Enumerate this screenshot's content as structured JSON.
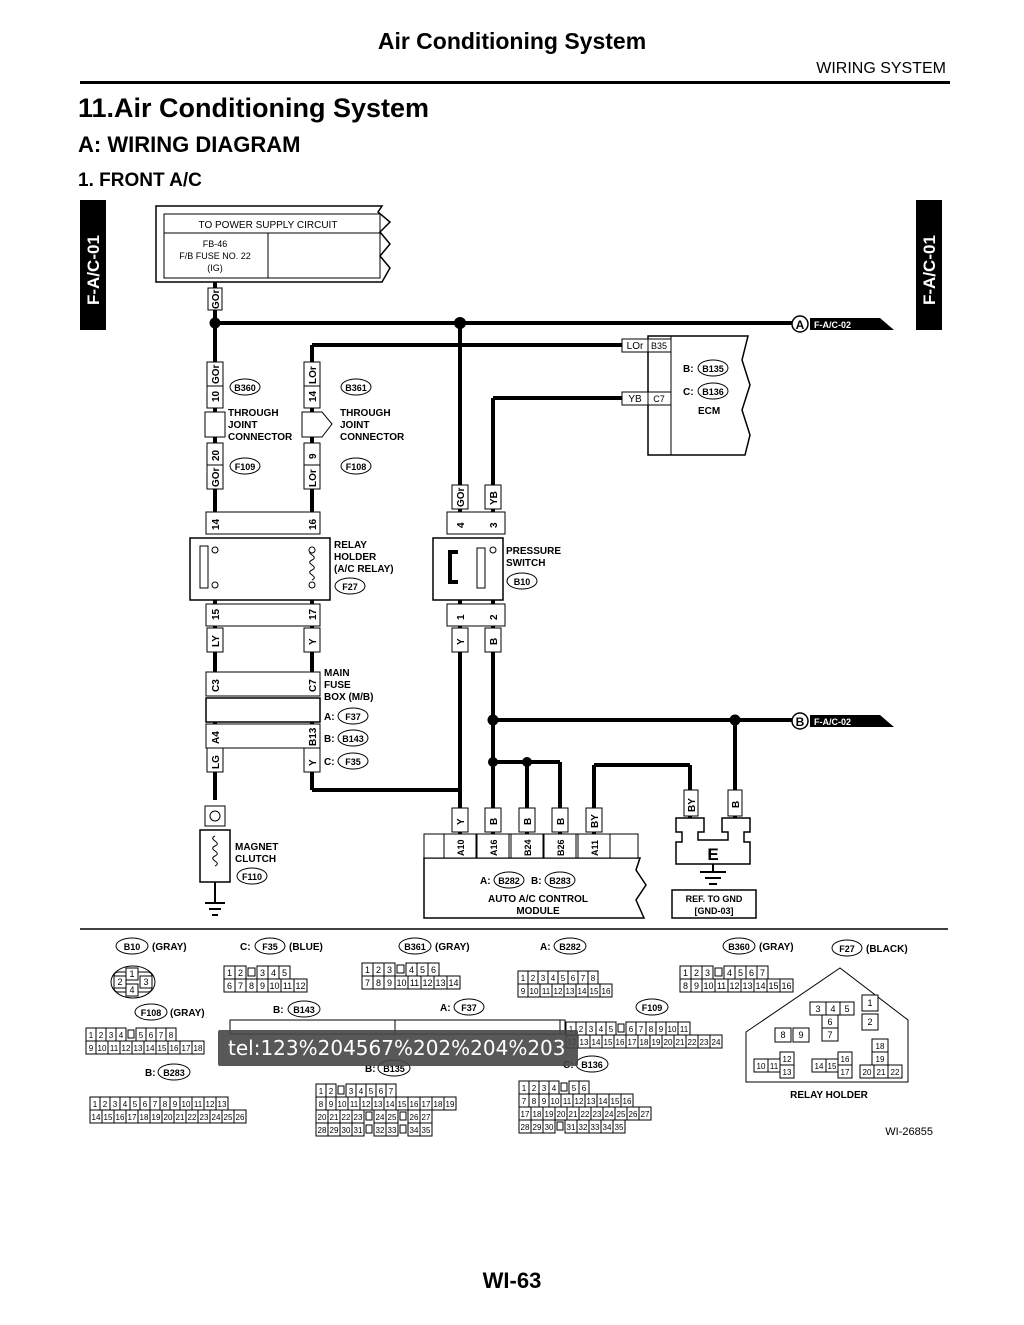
{
  "header": {
    "title": "Air Conditioning System",
    "section": "WIRING SYSTEM"
  },
  "headings": {
    "h1": "11.Air Conditioning System",
    "h2": "A:  WIRING DIAGRAM",
    "h3": "1.  FRONT A/C"
  },
  "side_tab": "F-A/C-01",
  "power_box": {
    "title": "TO POWER SUPPLY CIRCUIT",
    "l1": "FB-46",
    "l2": "F/B FUSE NO. 22",
    "l3": "(IG)"
  },
  "offpage": {
    "a_letter": "A",
    "b_letter": "B",
    "ref": "F-A/C-02"
  },
  "ecm": {
    "label": "ECM",
    "b_pfx": "B:",
    "b_id": "B135",
    "c_pfx": "C:",
    "c_id": "B136",
    "pin_b35": "B35",
    "pin_c7": "C7",
    "wire_lor": "LOr",
    "wire_yb": "YB"
  },
  "tjc1": {
    "conn": "B360",
    "conn2": "F109",
    "pin_top": "10",
    "pin_bot": "20",
    "wire_top": "GOr",
    "wire_bot": "GOr",
    "l1": "THROUGH",
    "l2": "JOINT",
    "l3": "CONNECTOR"
  },
  "tjc2": {
    "conn": "B361",
    "conn2": "F108",
    "pin_top": "14",
    "pin_bot": "9",
    "wire_top": "LOr",
    "wire_bot": "LOr",
    "l1": "THROUGH",
    "l2": "JOINT",
    "l3": "CONNECTOR"
  },
  "wire_gor_top": "GOr",
  "relay": {
    "l1": "RELAY",
    "l2": "HOLDER",
    "l3": "(A/C RELAY)",
    "conn": "F27",
    "p14": "14",
    "p16": "16",
    "p15": "15",
    "p17": "17"
  },
  "pressure": {
    "l1": "PRESSURE",
    "l2": "SWITCH",
    "conn": "B10",
    "p4": "4",
    "p3": "3",
    "p1": "1",
    "p2": "2",
    "w_gor": "GOr",
    "w_yb": "YB",
    "w_y": "Y",
    "w_b": "B"
  },
  "wires_mid": {
    "ly": "LY",
    "y": "Y"
  },
  "fusebox": {
    "l1": "MAIN",
    "l2": "FUSE",
    "l3": "BOX (M/B)",
    "a_pfx": "A:",
    "a_id": "F37",
    "b_pfx": "B:",
    "b_id": "B143",
    "c_pfx": "C:",
    "c_id": "F35",
    "pc3": "C3",
    "pc7": "C7",
    "pa4": "A4",
    "pb13": "B13",
    "w_lg": "LG",
    "w_y": "Y"
  },
  "clutch": {
    "l1": "MAGNET",
    "l2": "CLUTCH",
    "conn": "F110"
  },
  "module": {
    "l1": "AUTO A/C CONTROL",
    "l2": "MODULE",
    "a_pfx": "A:",
    "a_id": "B282",
    "b_pfx": "B:",
    "b_id": "B283",
    "pins": [
      "A10",
      "A16",
      "B24",
      "B26",
      "A11"
    ],
    "wires": [
      "Y",
      "B",
      "B",
      "B",
      "BY"
    ]
  },
  "gnd": {
    "letter": "E",
    "l1": "REF. TO GND",
    "l2": "[GND-03]",
    "w_by": "BY",
    "w_b": "B"
  },
  "conn_views": {
    "b10": {
      "id": "B10",
      "color": "(GRAY)",
      "pins": [
        "1",
        "2",
        "3",
        "4"
      ]
    },
    "f35": {
      "pfx": "C:",
      "id": "F35",
      "color": "(BLUE)",
      "r1": [
        "1",
        "2",
        "",
        "3",
        "4",
        "5"
      ],
      "r2": [
        "6",
        "7",
        "8",
        "9",
        "10",
        "11",
        "12"
      ]
    },
    "b361": {
      "id": "B361",
      "color": "(GRAY)",
      "r1": [
        "1",
        "2",
        "3",
        "",
        "4",
        "5",
        "6"
      ],
      "r2": [
        "7",
        "8",
        "9",
        "10",
        "11",
        "12",
        "13",
        "14"
      ]
    },
    "b282": {
      "pfx": "A:",
      "id": "B282",
      "r1": [
        "1",
        "2",
        "3",
        "4",
        "5",
        "6",
        "7",
        "8"
      ],
      "r2": [
        "9",
        "10",
        "11",
        "12",
        "13",
        "14",
        "15",
        "16"
      ]
    },
    "b360": {
      "id": "B360",
      "color": "(GRAY)",
      "r1": [
        "1",
        "2",
        "3",
        "",
        "4",
        "5",
        "6",
        "7"
      ],
      "r2": [
        "8",
        "9",
        "10",
        "11",
        "12",
        "13",
        "14",
        "15",
        "16"
      ]
    },
    "f27": {
      "id": "F27",
      "color": "(BLACK)",
      "label": "RELAY HOLDER",
      "p": [
        "1",
        "2",
        "3",
        "4",
        "5",
        "6",
        "7",
        "8",
        "9",
        "10",
        "11",
        "12",
        "13",
        "14",
        "15",
        "16",
        "17",
        "18",
        "19",
        "20",
        "21",
        "22"
      ]
    },
    "f108": {
      "id": "F108",
      "color": "(GRAY)",
      "r1": [
        "1",
        "2",
        "3",
        "4",
        "",
        "5",
        "6",
        "7",
        "8"
      ],
      "r2": [
        "9",
        "10",
        "11",
        "12",
        "13",
        "14",
        "15",
        "16",
        "17",
        "18"
      ]
    },
    "b143": {
      "pfx": "B:",
      "id": "B143"
    },
    "f37": {
      "pfx": "A:",
      "id": "F37"
    },
    "f109": {
      "id": "F109",
      "r1": [
        "1",
        "2",
        "3",
        "4",
        "5",
        "",
        "6",
        "7",
        "8",
        "9",
        "10",
        "11"
      ],
      "r2": [
        "12",
        "13",
        "14",
        "15",
        "16",
        "17",
        "18",
        "19",
        "20",
        "21",
        "22",
        "23",
        "24"
      ]
    },
    "b283": {
      "pfx": "B:",
      "id": "B283",
      "r1": [
        "1",
        "2",
        "3",
        "4",
        "5",
        "6",
        "7",
        "8",
        "9",
        "10",
        "11",
        "12",
        "13"
      ],
      "r2": [
        "14",
        "15",
        "16",
        "17",
        "18",
        "19",
        "20",
        "21",
        "22",
        "23",
        "24",
        "25",
        "26"
      ]
    },
    "b135": {
      "pfx": "B:",
      "id": "B135",
      "r1": [
        "1",
        "2",
        "",
        "3",
        "4",
        "5",
        "6",
        "7"
      ],
      "r2": [
        "8",
        "9",
        "10",
        "11",
        "12",
        "13",
        "14",
        "15",
        "16",
        "17",
        "18",
        "19"
      ],
      "r3": [
        "20",
        "21",
        "22",
        "23",
        "",
        "24",
        "25",
        "",
        "26",
        "27"
      ],
      "r4": [
        "28",
        "29",
        "30",
        "31",
        "",
        "32",
        "33",
        "",
        "34",
        "35"
      ]
    },
    "b136": {
      "pfx": "C:",
      "id": "B136",
      "r1": [
        "1",
        "2",
        "3",
        "4",
        "",
        "5",
        "6"
      ],
      "r2": [
        "7",
        "8",
        "9",
        "10",
        "11",
        "12",
        "13",
        "14",
        "15",
        "16"
      ],
      "r3": [
        "17",
        "18",
        "19",
        "20",
        "21",
        "22",
        "23",
        "24",
        "25",
        "26",
        "27"
      ],
      "r4": [
        "28",
        "29",
        "30",
        "",
        "31",
        "32",
        "33",
        "34",
        "35"
      ]
    }
  },
  "figure_id": "WI-26855",
  "page_number": "WI-63",
  "tooltip": "tel:123%204567%202%204%203"
}
